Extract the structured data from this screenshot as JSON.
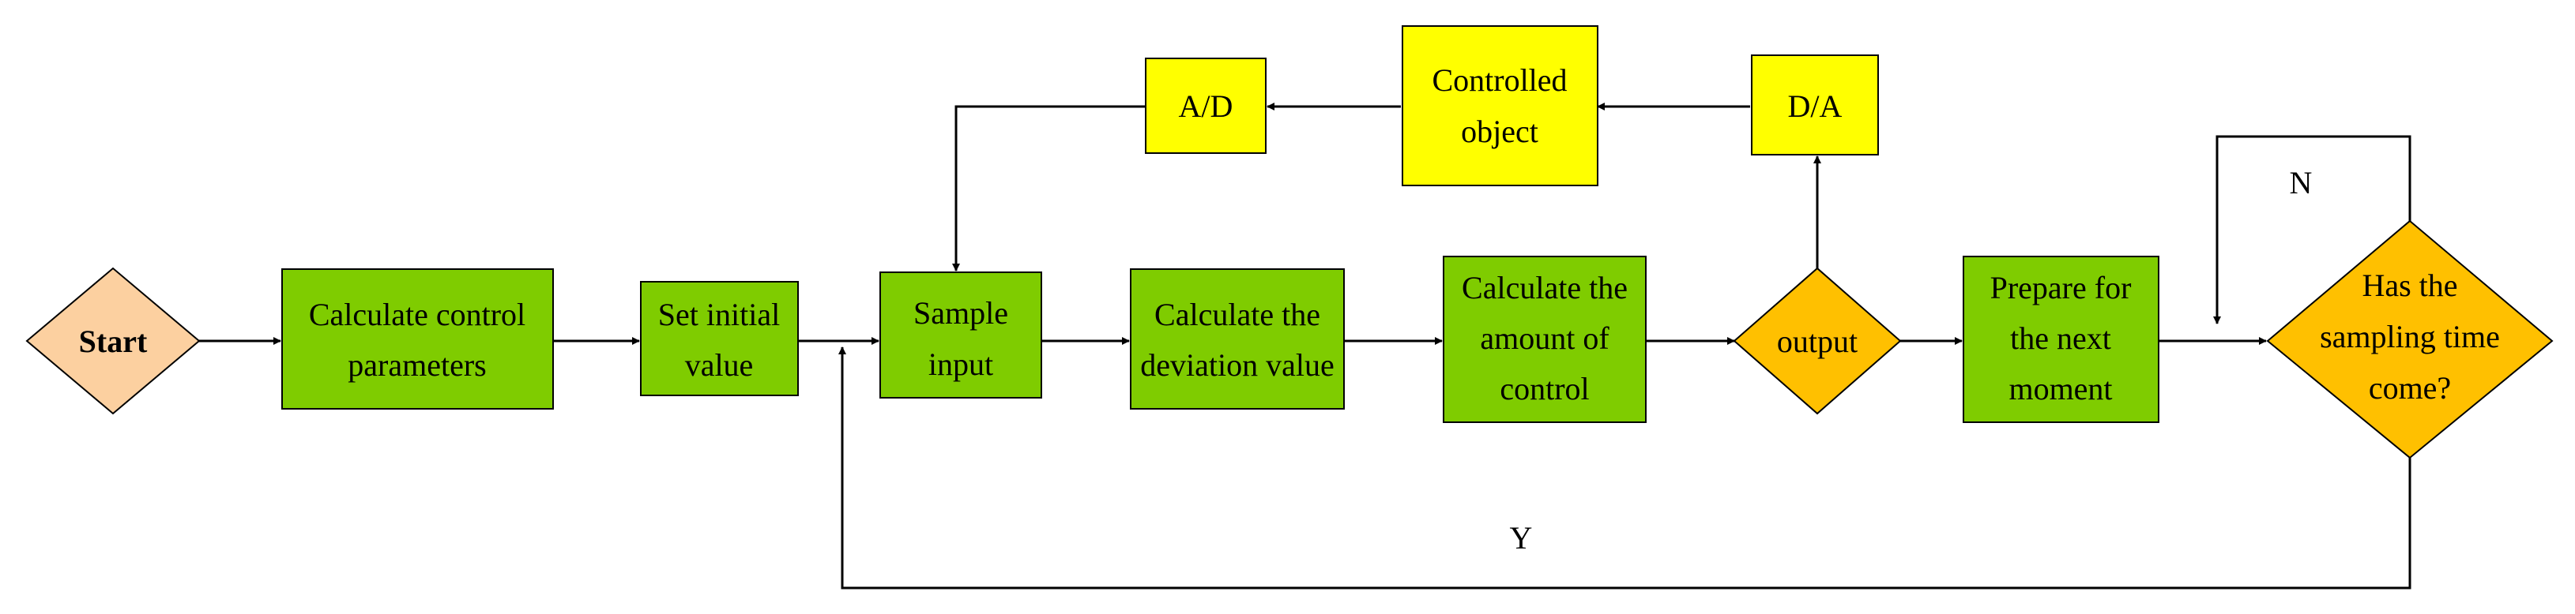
{
  "nodes": {
    "start": "Start",
    "calc_params": [
      "Calculate control",
      "parameters"
    ],
    "set_initial": [
      "Set initial",
      "value"
    ],
    "sample_input": [
      "Sample",
      "input"
    ],
    "calc_deviation": [
      "Calculate the",
      "deviation value"
    ],
    "calc_amount": [
      "Calculate the",
      "amount of",
      "control"
    ],
    "output": "output",
    "prepare": [
      "Prepare for",
      "the next",
      "moment"
    ],
    "decision": [
      "Has the",
      "sampling time",
      "come?"
    ],
    "da": "D/A",
    "controlled": [
      "Controlled",
      "object"
    ],
    "ad": "A/D"
  },
  "labels": {
    "no": "N",
    "yes": "Y"
  },
  "colors": {
    "process": "#7fcc00",
    "hardware": "#ffff00",
    "decision": "#ffc000",
    "start": "#fcd0a0"
  }
}
